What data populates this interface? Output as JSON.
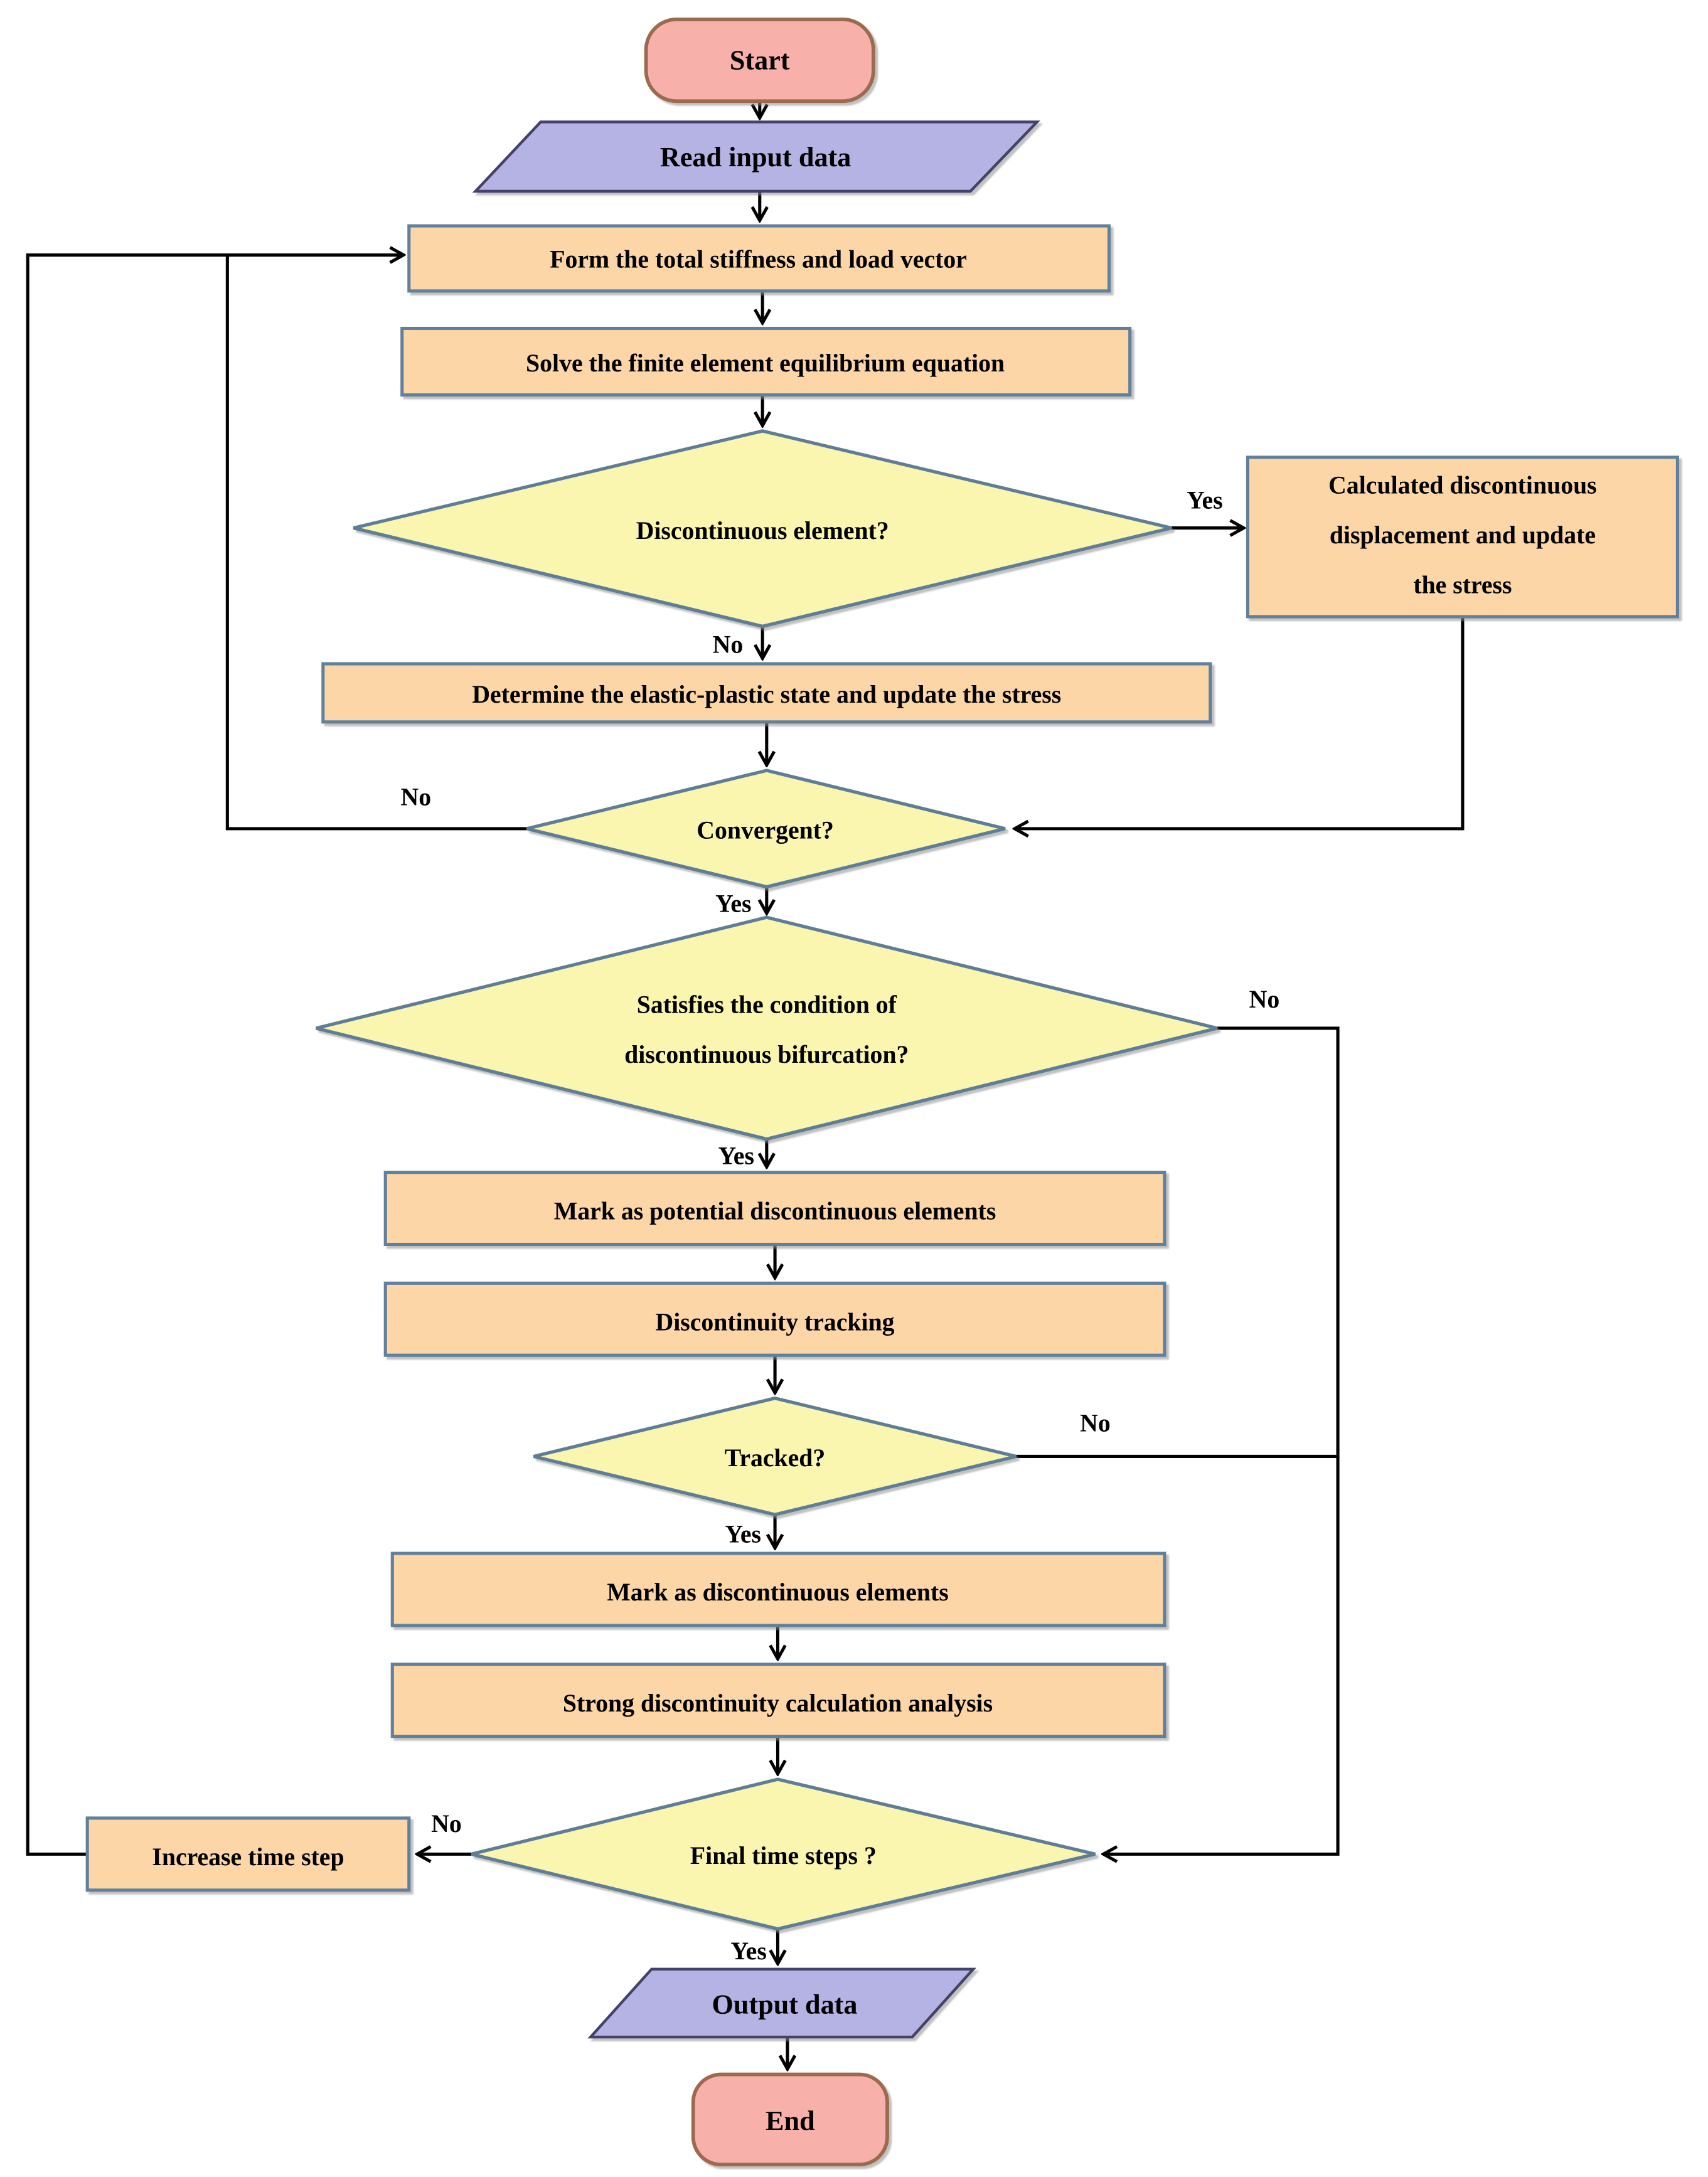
{
  "colors": {
    "process-fill": "#fcd6a6",
    "process-border": "#60809b",
    "decision-fill": "#faf5af",
    "decision-border": "#5e7e96",
    "io-fill": "#b5b2e4",
    "io-border": "#44436a",
    "terminator-fill": "#f8b0aa",
    "terminator-border": "#9b6a50",
    "line-color": "#000000",
    "text-color": "#000000"
  },
  "nodes": {
    "start": {
      "type": "terminator",
      "label": "Start"
    },
    "read_input": {
      "type": "io",
      "label": "Read input data"
    },
    "form_stiffness": {
      "type": "process",
      "label": "Form the total stiffness and load vector"
    },
    "solve_equilibrium": {
      "type": "process",
      "label": "Solve the finite element equilibrium equation"
    },
    "discontinuous_element": {
      "type": "decision",
      "label": "Discontinuous element?"
    },
    "calc_displacement": {
      "type": "process",
      "lines": [
        "Calculated discontinuous",
        "displacement and update",
        "the stress"
      ]
    },
    "determine_state": {
      "type": "process",
      "label": "Determine the elastic-plastic state and update the stress"
    },
    "convergent": {
      "type": "decision",
      "label": "Convergent?"
    },
    "satisfies_bifurcation": {
      "type": "decision",
      "lines": [
        "Satisfies the condition of",
        "discontinuous bifurcation?"
      ]
    },
    "mark_potential": {
      "type": "process",
      "label": "Mark as potential discontinuous elements"
    },
    "discontinuity_tracking": {
      "type": "process",
      "label": "Discontinuity tracking"
    },
    "tracked": {
      "type": "decision",
      "label": "Tracked?"
    },
    "mark_discontinuous": {
      "type": "process",
      "label": "Mark as discontinuous elements"
    },
    "strong_discontinuity": {
      "type": "process",
      "label": "Strong discontinuity calculation analysis"
    },
    "final_time_steps": {
      "type": "decision",
      "label": "Final time steps ?"
    },
    "increase_time_step": {
      "type": "process",
      "label": "Increase time step"
    },
    "output_data": {
      "type": "io",
      "label": "Output data"
    },
    "end": {
      "type": "terminator",
      "label": "End"
    }
  },
  "edge_labels": {
    "discontinuous_yes": "Yes",
    "discontinuous_no": "No",
    "convergent_no": "No",
    "convergent_yes": "Yes",
    "satisfies_no": "No",
    "satisfies_yes": "Yes",
    "tracked_no": "No",
    "tracked_yes": "Yes",
    "final_no": "No",
    "final_yes": "Yes"
  }
}
